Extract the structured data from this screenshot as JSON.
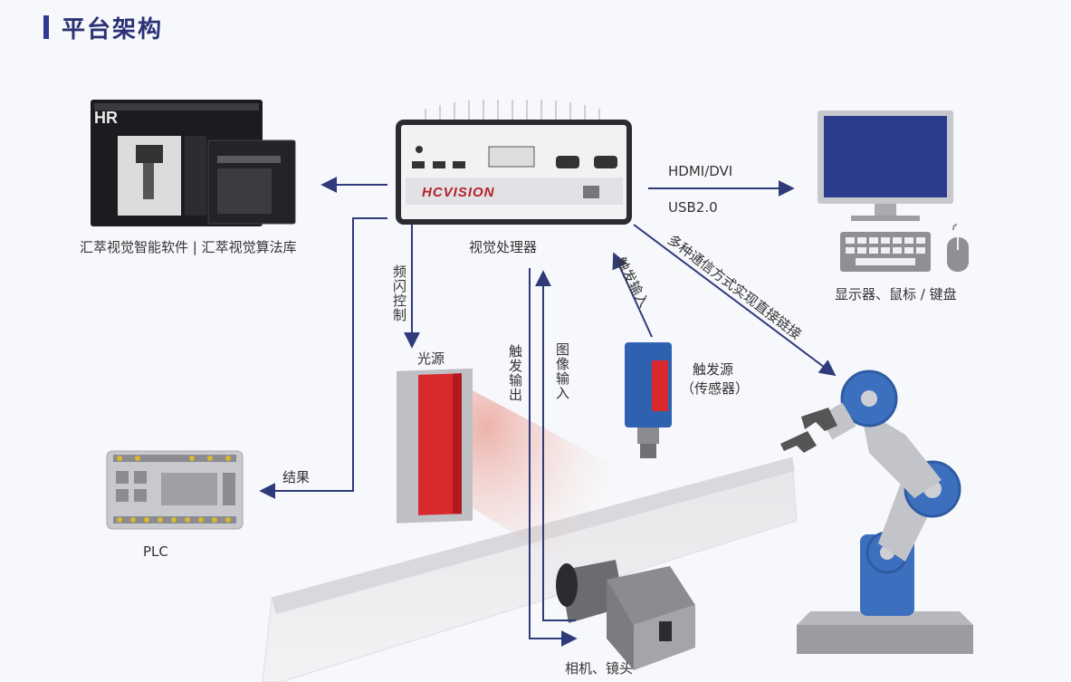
{
  "header": {
    "title": "平台架构"
  },
  "nodes": {
    "software": "汇萃视觉智能软件 | 汇萃视觉算法库",
    "processor": "视觉处理器",
    "display": "显示器、鼠标 / 键盘",
    "light": "光源",
    "trigger_source": "触发源",
    "trigger_source_sub": "（传感器）",
    "plc": "PLC",
    "camera": "相机、镜头"
  },
  "links": {
    "hdmi": "HDMI/DVI",
    "usb": "USB2.0",
    "strobe": "频闪控制",
    "trigger_out": "触发输出",
    "image_in": "图像输入",
    "trigger_in": "触发输入",
    "result": "结果",
    "comm": "多种通信方式实现直接链接"
  },
  "device": {
    "brand": "HCVISION",
    "logo": "HR"
  },
  "colors": {
    "title": "#2a3275",
    "arrow": "#2f3a7a",
    "robot_blue": "#3d6fbf",
    "light_red": "#d92b2b",
    "sensor_blue": "#2e62b0",
    "brand_red": "#b3232a"
  }
}
